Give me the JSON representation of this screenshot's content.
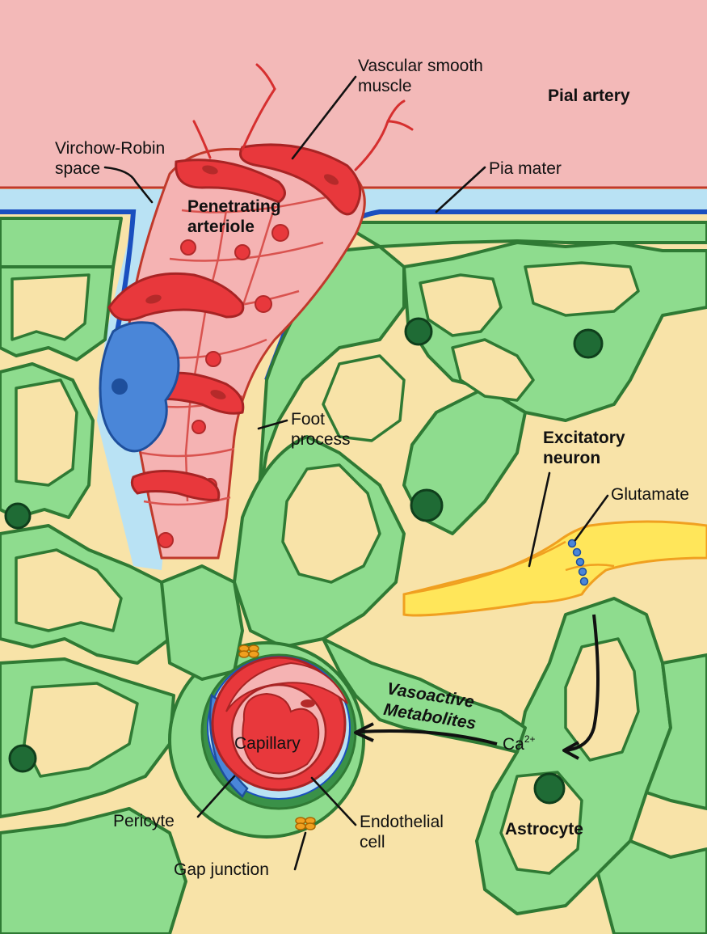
{
  "labels": {
    "vascular_smooth_muscle": [
      "Vascular smooth",
      "muscle"
    ],
    "pial_artery": "Pial artery",
    "virchow_robin_space": [
      "Virchow-Robin",
      "space"
    ],
    "pia_mater": "Pia mater",
    "penetrating_arteriole": [
      "Penetrating",
      "arteriole"
    ],
    "foot_process": [
      "Foot",
      "process"
    ],
    "excitatory_neuron": [
      "Excitatory",
      "neuron"
    ],
    "glutamate": "Glutamate",
    "vasoactive_metabolites": [
      "Vasoactive",
      "Metabolites"
    ],
    "calcium": "Ca",
    "calcium_charge": "2+",
    "capillary": "Capillary",
    "pericyte": "Pericyte",
    "endothelial_cell": [
      "Endothelial",
      "cell"
    ],
    "astrocyte": "Astrocyte",
    "gap_junction": "Gap junction"
  },
  "colors": {
    "pial_artery_region": "#f3b9b8",
    "csf_space": "#b9e2f4",
    "pia_mater_line": "#1a4fbf",
    "neuropil_background": "#f8e3a8",
    "astrocyte_fill": "#8edc8e",
    "astrocyte_outline": "#2f7a34",
    "astrocyte_nucleus": "#1f6b35",
    "smooth_muscle": "#e8383c",
    "endothelium": "#f5b3b3",
    "pericyte": "#4a86d8",
    "neuron": "#ffe65a",
    "gap_junction": "#f0a020"
  }
}
